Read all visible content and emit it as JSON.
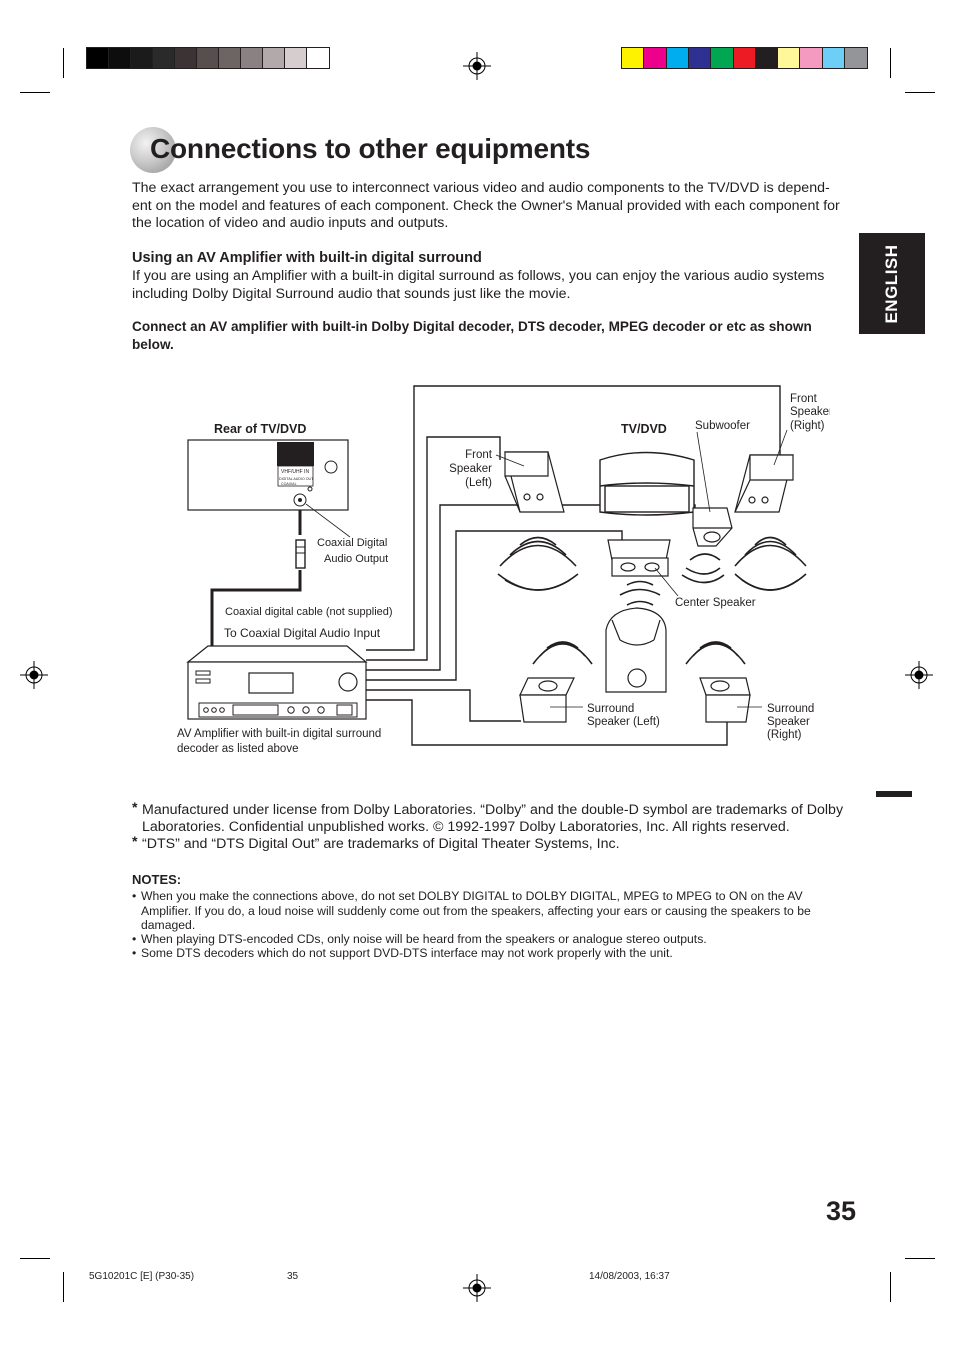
{
  "header": {
    "gray_swatches": [
      "#000000",
      "#0d0d0d",
      "#1b1b1b",
      "#2a2a2a",
      "#3c3434",
      "#574e4e",
      "#6d6464",
      "#8a8282",
      "#b2aaaa",
      "#d6cece",
      "#ffffff"
    ],
    "color_swatches": [
      "#fff200",
      "#ec008c",
      "#00aeef",
      "#2e3192",
      "#00a651",
      "#ed1c24",
      "#231f20",
      "#fff799",
      "#f49ac1",
      "#6dcff6",
      "#939598"
    ]
  },
  "title": "Connections to other equipments",
  "intro": "The exact arrangement you use to interconnect various video and audio components to the TV/DVD is depend-ent on the model and features of each component. Check the Owner's Manual provided with each component for the location of video and audio inputs and outputs.",
  "section": {
    "heading": "Using an AV Amplifier with built-in digital surround",
    "body": "If you are using an Amplifier with a built-in digital surround as follows, you can enjoy the various audio systems including Dolby Digital Surround audio that sounds just like the movie.",
    "instruction": "Connect an AV amplifier with built-in Dolby Digital decoder, DTS decoder, MPEG decoder or etc as shown below."
  },
  "side_tab": "ENGLISH",
  "diagram": {
    "rear_label": "Rear of TV/DVD",
    "panel_label_1": "VHF/UHF IN",
    "panel_label_2": "DIGITAL AUDIO OUT",
    "panel_label_3": "COAXIAL",
    "coaxial_output_1": "Coaxial Digital",
    "coaxial_output_2": "Audio Output",
    "cable_label": "Coaxial digital cable (not supplied)",
    "input_label": "To Coaxial Digital Audio Input",
    "amp_label_1": "AV Amplifier with built-in digital surround",
    "amp_label_2": "decoder as listed above",
    "tvdvd_label": "TV/DVD",
    "front_left_1": "Front",
    "front_left_2": "Speaker",
    "front_left_3": "(Left)",
    "subwoofer": "Subwoofer",
    "front_right_1": "Front",
    "front_right_2": "Speaker",
    "front_right_3": "(Right)",
    "center": "Center Speaker",
    "surround_left_1": "Surround",
    "surround_left_2": "Speaker (Left)",
    "surround_right_1": "Surround",
    "surround_right_2": "Speaker",
    "surround_right_3": "(Right)"
  },
  "footnotes": [
    {
      "marker": "*",
      "text": "Manufactured under license from Dolby Laboratories. “Dolby” and the double-D symbol are trademarks of Dolby Laboratories. Confidential unpublished works. © 1992-1997 Dolby Laboratories, Inc. All rights reserved."
    },
    {
      "marker": "*",
      "text": "“DTS” and “DTS Digital Out” are trademarks of Digital Theater Systems, Inc."
    }
  ],
  "notes": {
    "heading": "NOTES:",
    "items": [
      "When you make the connections above, do not set DOLBY DIGITAL to DOLBY DIGITAL, MPEG to MPEG to ON on the AV Amplifier. If you do, a loud noise will suddenly come out from the speakers, affecting your ears or causing the speakers to be damaged.",
      "When playing DTS-encoded CDs, only noise will be heard from the speakers or analogue stereo outputs.",
      "Some DTS decoders which do not support DVD-DTS interface may not work properly with the unit."
    ],
    "bullet": "•"
  },
  "page_number": "35",
  "footer": {
    "code": "5G10201C [E] (P30-35)",
    "page": "35",
    "date": "14/08/2003, 16:37"
  }
}
